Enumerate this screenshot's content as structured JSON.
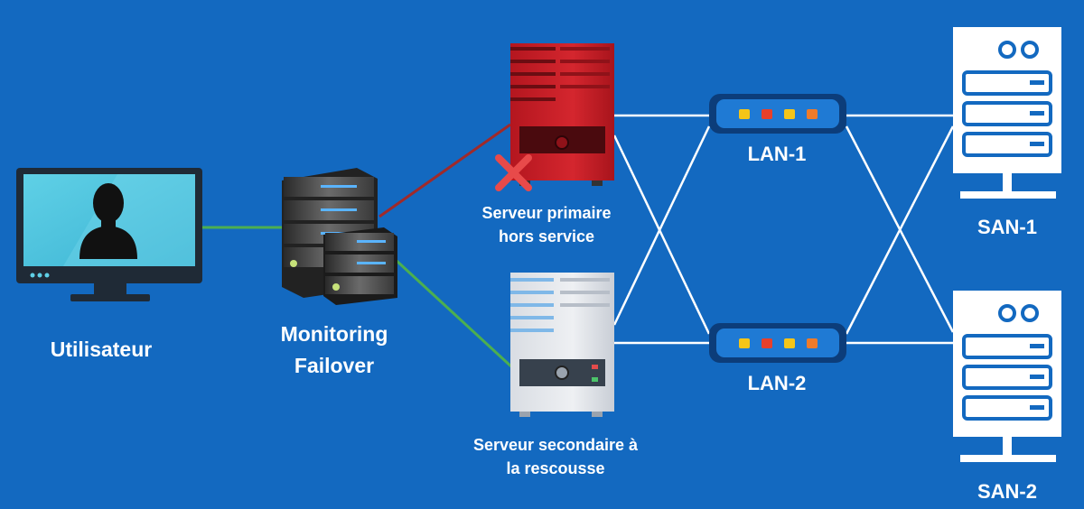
{
  "labels": {
    "user": "Utilisateur",
    "monitoring_line1": "Monitoring",
    "monitoring_line2": "Failover",
    "primary_line1": "Serveur primaire",
    "primary_line2": "hors service",
    "secondary_line1": "Serveur secondaire à",
    "secondary_line2": "la rescousse",
    "lan1": "LAN-1",
    "lan2": "LAN-2",
    "san1": "SAN-1",
    "san2": "SAN-2"
  },
  "colors": {
    "background": "#1369c0",
    "link_healthy": "#4caf50",
    "link_failed": "#a02a2a",
    "primary_server": "#c8202a",
    "failure_mark": "#e84a4a",
    "lan_led_yellow": "#f5c518",
    "lan_led_red": "#e8402a",
    "lan_led_orange": "#ee7b2a"
  },
  "icons": {
    "user": "monitor-user-icon",
    "monitoring": "server-stack-icon",
    "primary": "server-tower-icon",
    "failure": "x-mark-icon",
    "secondary": "server-tower-icon",
    "lan": "network-switch-icon",
    "san": "storage-array-icon"
  }
}
